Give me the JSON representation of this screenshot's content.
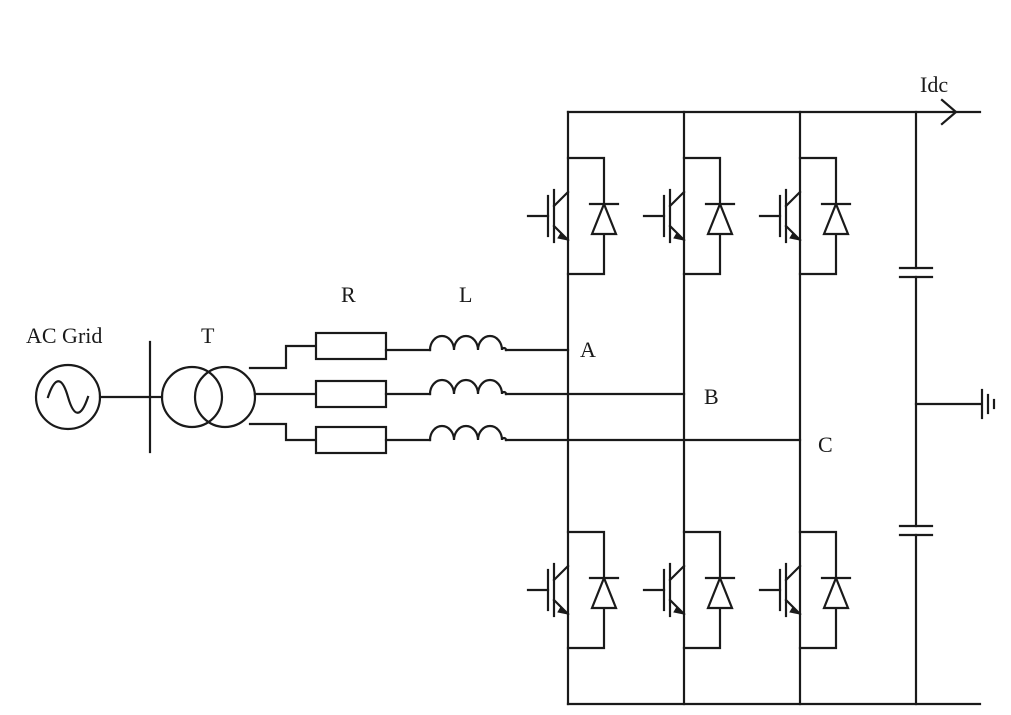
{
  "labels": {
    "ac_grid": "AC Grid",
    "transformer": "T",
    "resistor": "R",
    "inductor": "L",
    "dc_current": "Idc",
    "node_a": "A",
    "node_b": "B",
    "node_c": "C"
  },
  "icons": {
    "source": "ac-source-icon",
    "transformer": "transformer-icon",
    "ground": "ground-icon",
    "igbt": "igbt-icon",
    "diode": "diode-icon",
    "capacitor": "capacitor-icon"
  }
}
